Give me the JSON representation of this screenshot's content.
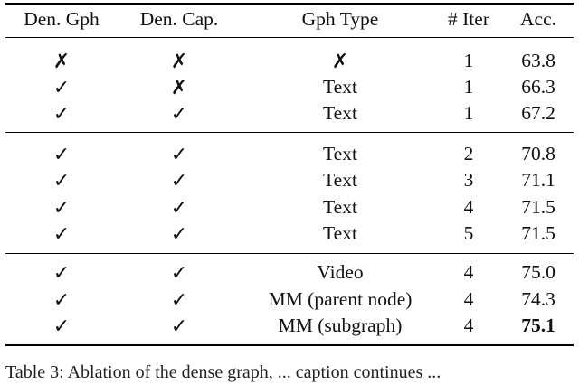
{
  "table": {
    "headers": [
      "Den. Gph",
      "Den. Cap.",
      "Gph Type",
      "# Iter",
      "Acc."
    ],
    "groups": [
      [
        [
          "✗",
          "✗",
          "✗",
          "1",
          "63.8"
        ],
        [
          "✓",
          "✗",
          "Text",
          "1",
          "66.3"
        ],
        [
          "✓",
          "✓",
          "Text",
          "1",
          "67.2"
        ]
      ],
      [
        [
          "✓",
          "✓",
          "Text",
          "2",
          "70.8"
        ],
        [
          "✓",
          "✓",
          "Text",
          "3",
          "71.1"
        ],
        [
          "✓",
          "✓",
          "Text",
          "4",
          "71.5"
        ],
        [
          "✓",
          "✓",
          "Text",
          "5",
          "71.5"
        ]
      ],
      [
        [
          "✓",
          "✓",
          "Video",
          "4",
          "75.0"
        ],
        [
          "✓",
          "✓",
          "MM (parent node)",
          "4",
          "74.3"
        ],
        [
          "✓",
          "✓",
          "MM (subgraph)",
          "4",
          "75.1"
        ]
      ]
    ],
    "best_value": "75.1"
  },
  "caption": "Table 3: Ablation of the dense graph, ... caption continues ..."
}
